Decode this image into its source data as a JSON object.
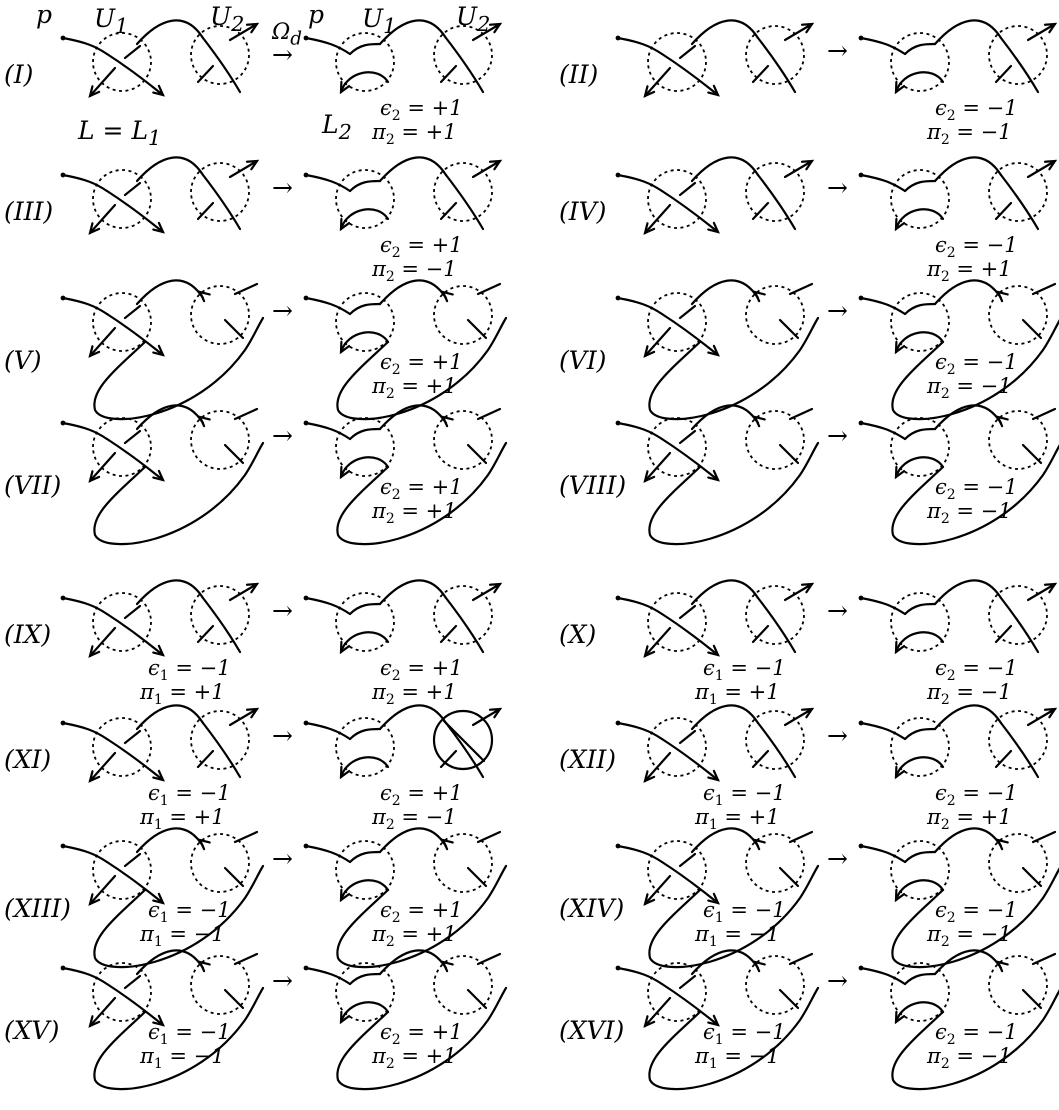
{
  "annotations": {
    "p": "p",
    "U1": "U",
    "U1_sub": "1",
    "U2": "U",
    "U2_sub": "2",
    "omega": "Ω",
    "omega_sub": "d",
    "L_eq": "L = L",
    "L_eq_sub": "1",
    "L2": "L",
    "L2_sub": "2"
  },
  "cases": [
    {
      "label": "(I)",
      "before": null,
      "after": {
        "e": "+1",
        "pi": "+1"
      }
    },
    {
      "label": "(II)",
      "before": null,
      "after": {
        "e": "−1",
        "pi": "−1"
      }
    },
    {
      "label": "(III)",
      "before": null,
      "after": {
        "e": "+1",
        "pi": "−1"
      }
    },
    {
      "label": "(IV)",
      "before": null,
      "after": {
        "e": "−1",
        "pi": "+1"
      }
    },
    {
      "label": "(V)",
      "before": null,
      "after": {
        "e": "+1",
        "pi": "+1"
      }
    },
    {
      "label": "(VI)",
      "before": null,
      "after": {
        "e": "−1",
        "pi": "−1"
      }
    },
    {
      "label": "(VII)",
      "before": null,
      "after": {
        "e": "+1",
        "pi": "+1"
      }
    },
    {
      "label": "(VIII)",
      "before": null,
      "after": {
        "e": "−1",
        "pi": "−1"
      }
    },
    {
      "label": "(IX)",
      "before": {
        "e": "−1",
        "pi": "+1"
      },
      "after": {
        "e": "+1",
        "pi": "+1"
      }
    },
    {
      "label": "(X)",
      "before": {
        "e": "−1",
        "pi": "+1"
      },
      "after": {
        "e": "−1",
        "pi": "−1"
      }
    },
    {
      "label": "(XI)",
      "before": {
        "e": "−1",
        "pi": "+1"
      },
      "after": {
        "e": "+1",
        "pi": "−1"
      }
    },
    {
      "label": "(XII)",
      "before": {
        "e": "−1",
        "pi": "+1"
      },
      "after": {
        "e": "−1",
        "pi": "+1"
      }
    },
    {
      "label": "(XIII)",
      "before": {
        "e": "−1",
        "pi": "−1"
      },
      "after": {
        "e": "+1",
        "pi": "+1"
      }
    },
    {
      "label": "(XIV)",
      "before": {
        "e": "−1",
        "pi": "−1"
      },
      "after": {
        "e": "−1",
        "pi": "−1"
      }
    },
    {
      "label": "(XV)",
      "before": {
        "e": "−1",
        "pi": "−1"
      },
      "after": {
        "e": "+1",
        "pi": "+1"
      }
    },
    {
      "label": "(XVI)",
      "before": {
        "e": "−1",
        "pi": "−1"
      },
      "after": {
        "e": "−1",
        "pi": "−1"
      }
    }
  ],
  "symbols": {
    "epsilon": "ϵ",
    "pi": "π",
    "equals": " = ",
    "sub_before": "1",
    "sub_after": "2",
    "arrow": "→"
  }
}
